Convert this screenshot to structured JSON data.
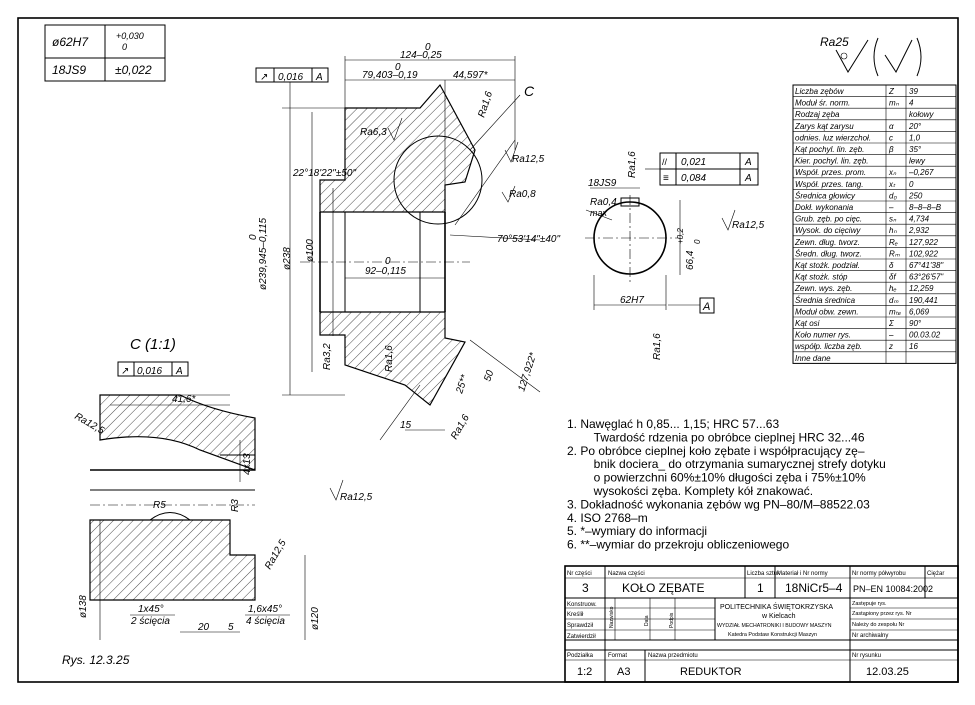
{
  "tolerances": [
    {
      "fit": "ø62H7",
      "upper": "+0,030",
      "lower": "0"
    },
    {
      "fit": "18JS9",
      "value": "±0,022"
    }
  ],
  "surface": {
    "main": "Ra25",
    "bracket": "(√)"
  },
  "main_view": {
    "runout_frame": {
      "symbol": "↗",
      "value": "0,016",
      "datum": "A"
    },
    "dims": {
      "d_124": "124–0,25",
      "d_124_up": "0",
      "d_79": "79,403–0,19",
      "d_79_up": "0",
      "d_44": "44,597*",
      "d_239": "ø239,945–0,115",
      "d_239_up": "0",
      "d_238": "ø238",
      "d_100": "ø100",
      "d_92": "92–0,115",
      "d_92_up": "0",
      "angle1": "22°18'22\"±50\"",
      "angle2": "70°53'14\"±40\"",
      "d_127": "127,922*",
      "d_50": "50",
      "d_25": "25**",
      "d_15": "15"
    },
    "ra": [
      "Ra6,3",
      "Ra1,6",
      "Ra12,5",
      "Ra0,8",
      "Ra3,2",
      "Ra1,6",
      "Ra1,6"
    ],
    "section_label": "C"
  },
  "hub_view": {
    "ra": [
      "Ra1,6",
      "Ra0,4",
      "Ra12,5",
      "Ra1,6"
    ],
    "max": "max",
    "d_18": "18JS9",
    "d_66": "66,4",
    "d_66_up": "+0,2",
    "d_66_low": "0",
    "d_62": "62H7",
    "datum": "A",
    "frames": [
      {
        "symbol": "//",
        "value": "0,021",
        "datum": "A"
      },
      {
        "symbol": "≡",
        "value": "0,084",
        "datum": "A"
      }
    ]
  },
  "detail_view": {
    "title": "C (1:1)",
    "runout_frame": {
      "symbol": "↗",
      "value": "0,016",
      "datum": "A"
    },
    "dims": {
      "d_41": "41,6*",
      "d_4x13": "4x13",
      "r5": "R5",
      "r3": "R3",
      "d_138": "ø138",
      "d_120": "ø120",
      "d_20": "20",
      "d_5": "5",
      "ch1": "1x45°",
      "ch1b": "2 ścięcia",
      "ch2": "1,6x45°",
      "ch2b": "4 ścięcia"
    },
    "ra": [
      "Ra12,5",
      "Ra12,5",
      "Ra12,5"
    ],
    "fig": "Rys. 12.3.25"
  },
  "gear_table": [
    {
      "name": "Liczba zębów",
      "sym": "Z",
      "val": "39"
    },
    {
      "name": "Moduł śr. norm.",
      "sym": "mₙ",
      "val": "4"
    },
    {
      "name": "Rodzaj zęba",
      "sym": "",
      "val": "kołowy"
    },
    {
      "name": "Zarys  kąt zarysu",
      "sym": "α",
      "val": "20°"
    },
    {
      "name": "odnies. luz wierzchoł.",
      "sym": "c",
      "val": "1,0"
    },
    {
      "name": "Kąt pochyl. lin. zęb.",
      "sym": "β",
      "val": "35°"
    },
    {
      "name": "Kier. pochyl. lin. zęb.",
      "sym": "",
      "val": "lewy"
    },
    {
      "name": "Współ. przes. prom.",
      "sym": "xₙ",
      "val": "–0,267"
    },
    {
      "name": "Współ. przes. tang.",
      "sym": "xₜ",
      "val": "0"
    },
    {
      "name": "Średnica głowicy",
      "sym": "d₀",
      "val": "250"
    },
    {
      "name": "Dokł. wykonania",
      "sym": "–",
      "val": "8–8–8–B"
    },
    {
      "name": "Grub. zęb. po cięc.",
      "sym": "sₙ",
      "val": "4,734"
    },
    {
      "name": "Wysok. do cięciwy",
      "sym": "hₙ",
      "val": "2,932"
    },
    {
      "name": "Zewn. dług. tworz.",
      "sym": "Rₑ",
      "val": "127,922"
    },
    {
      "name": "Średn. dług. tworz.",
      "sym": "Rₘ",
      "val": "102,922"
    },
    {
      "name": "Kąt stożk. podział.",
      "sym": "δ",
      "val": "67°41'38\""
    },
    {
      "name": "Kąt stożk. stóp",
      "sym": "δf",
      "val": "63°26'57\""
    },
    {
      "name": "Zewn. wys. zęb.",
      "sym": "hₑ",
      "val": "12,259"
    },
    {
      "name": "Średnia średnica",
      "sym": "dₘ",
      "val": "190,441"
    },
    {
      "name": "Moduł obw. zewn.",
      "sym": "mₜₑ",
      "val": "6,069"
    },
    {
      "name": "Kąt osi",
      "sym": "Σ",
      "val": "90°"
    },
    {
      "name": "Koło  numer rys.",
      "sym": "–",
      "val": "00.03.02"
    },
    {
      "name": "współp. liczba zęb.",
      "sym": "z",
      "val": "16"
    },
    {
      "name": "Inne dane",
      "sym": "",
      "val": ""
    }
  ],
  "notes": [
    "1. Nawęglać h 0,85... 1,15; HRC 57...63",
    "    Twardość rdzenia po obróbce cieplnej HRC 32...46",
    "2. Po obróbce cieplnej koło zębate i współpracujący zę–",
    "    bnik dociera_ do otrzymania sumarycznej strefy dotyku",
    "    o powierzchni 60%±10% długości zęba i 75%±10%",
    "    wysokości zęba. Komplety kół znakować.",
    "3. Dokładność wykonania zębów wg PN–80/M–88522.03",
    "4. ISO 2768–m",
    "5. *–wymiary do informacji",
    "6. **–wymiar do przekroju obliczeniowego"
  ],
  "title_block": {
    "h_part_no": "Nr części",
    "h_part_name": "Nazwa części",
    "h_qty": "Liczba sztuk",
    "h_material": "Materiał i Nr normy",
    "h_std": "Nr normy półwyrobu",
    "h_mass": "Ciężar",
    "part_no": "3",
    "part_name": "KOŁO ZĘBATE",
    "qty": "1",
    "material": "18NiCr5–4",
    "std": "PN–EN 10084:2002",
    "roles": [
      "Konstruow.",
      "Kreślił",
      "Sprawdził",
      "Zatwierdził"
    ],
    "h_surname": "Nazwisko",
    "h_date": "Data",
    "h_sign": "Podpis",
    "school": "POLITECHNIKA ŚWIĘTOKRZYSKA",
    "city": "w Kielcach",
    "faculty": "WYDZIAŁ MECHATRONIKI I BUDOWY MASZYN",
    "dept": "Katedra Podstaw Konstrukcji Maszyn",
    "replaces": "Zastępuje rys.",
    "replaced_by": "Zastąpiony przez rys. Nr",
    "belongs": "Należy do zespołu Nr",
    "archive": "Nr archiwalny",
    "h_scale": "Podziałka",
    "h_format": "Format",
    "h_subject": "Nazwa przedmiotu",
    "h_drawing": "Nr rysunku",
    "scale": "1:2",
    "format": "A3",
    "subject": "REDUKTOR",
    "drawing": "12.03.25"
  }
}
